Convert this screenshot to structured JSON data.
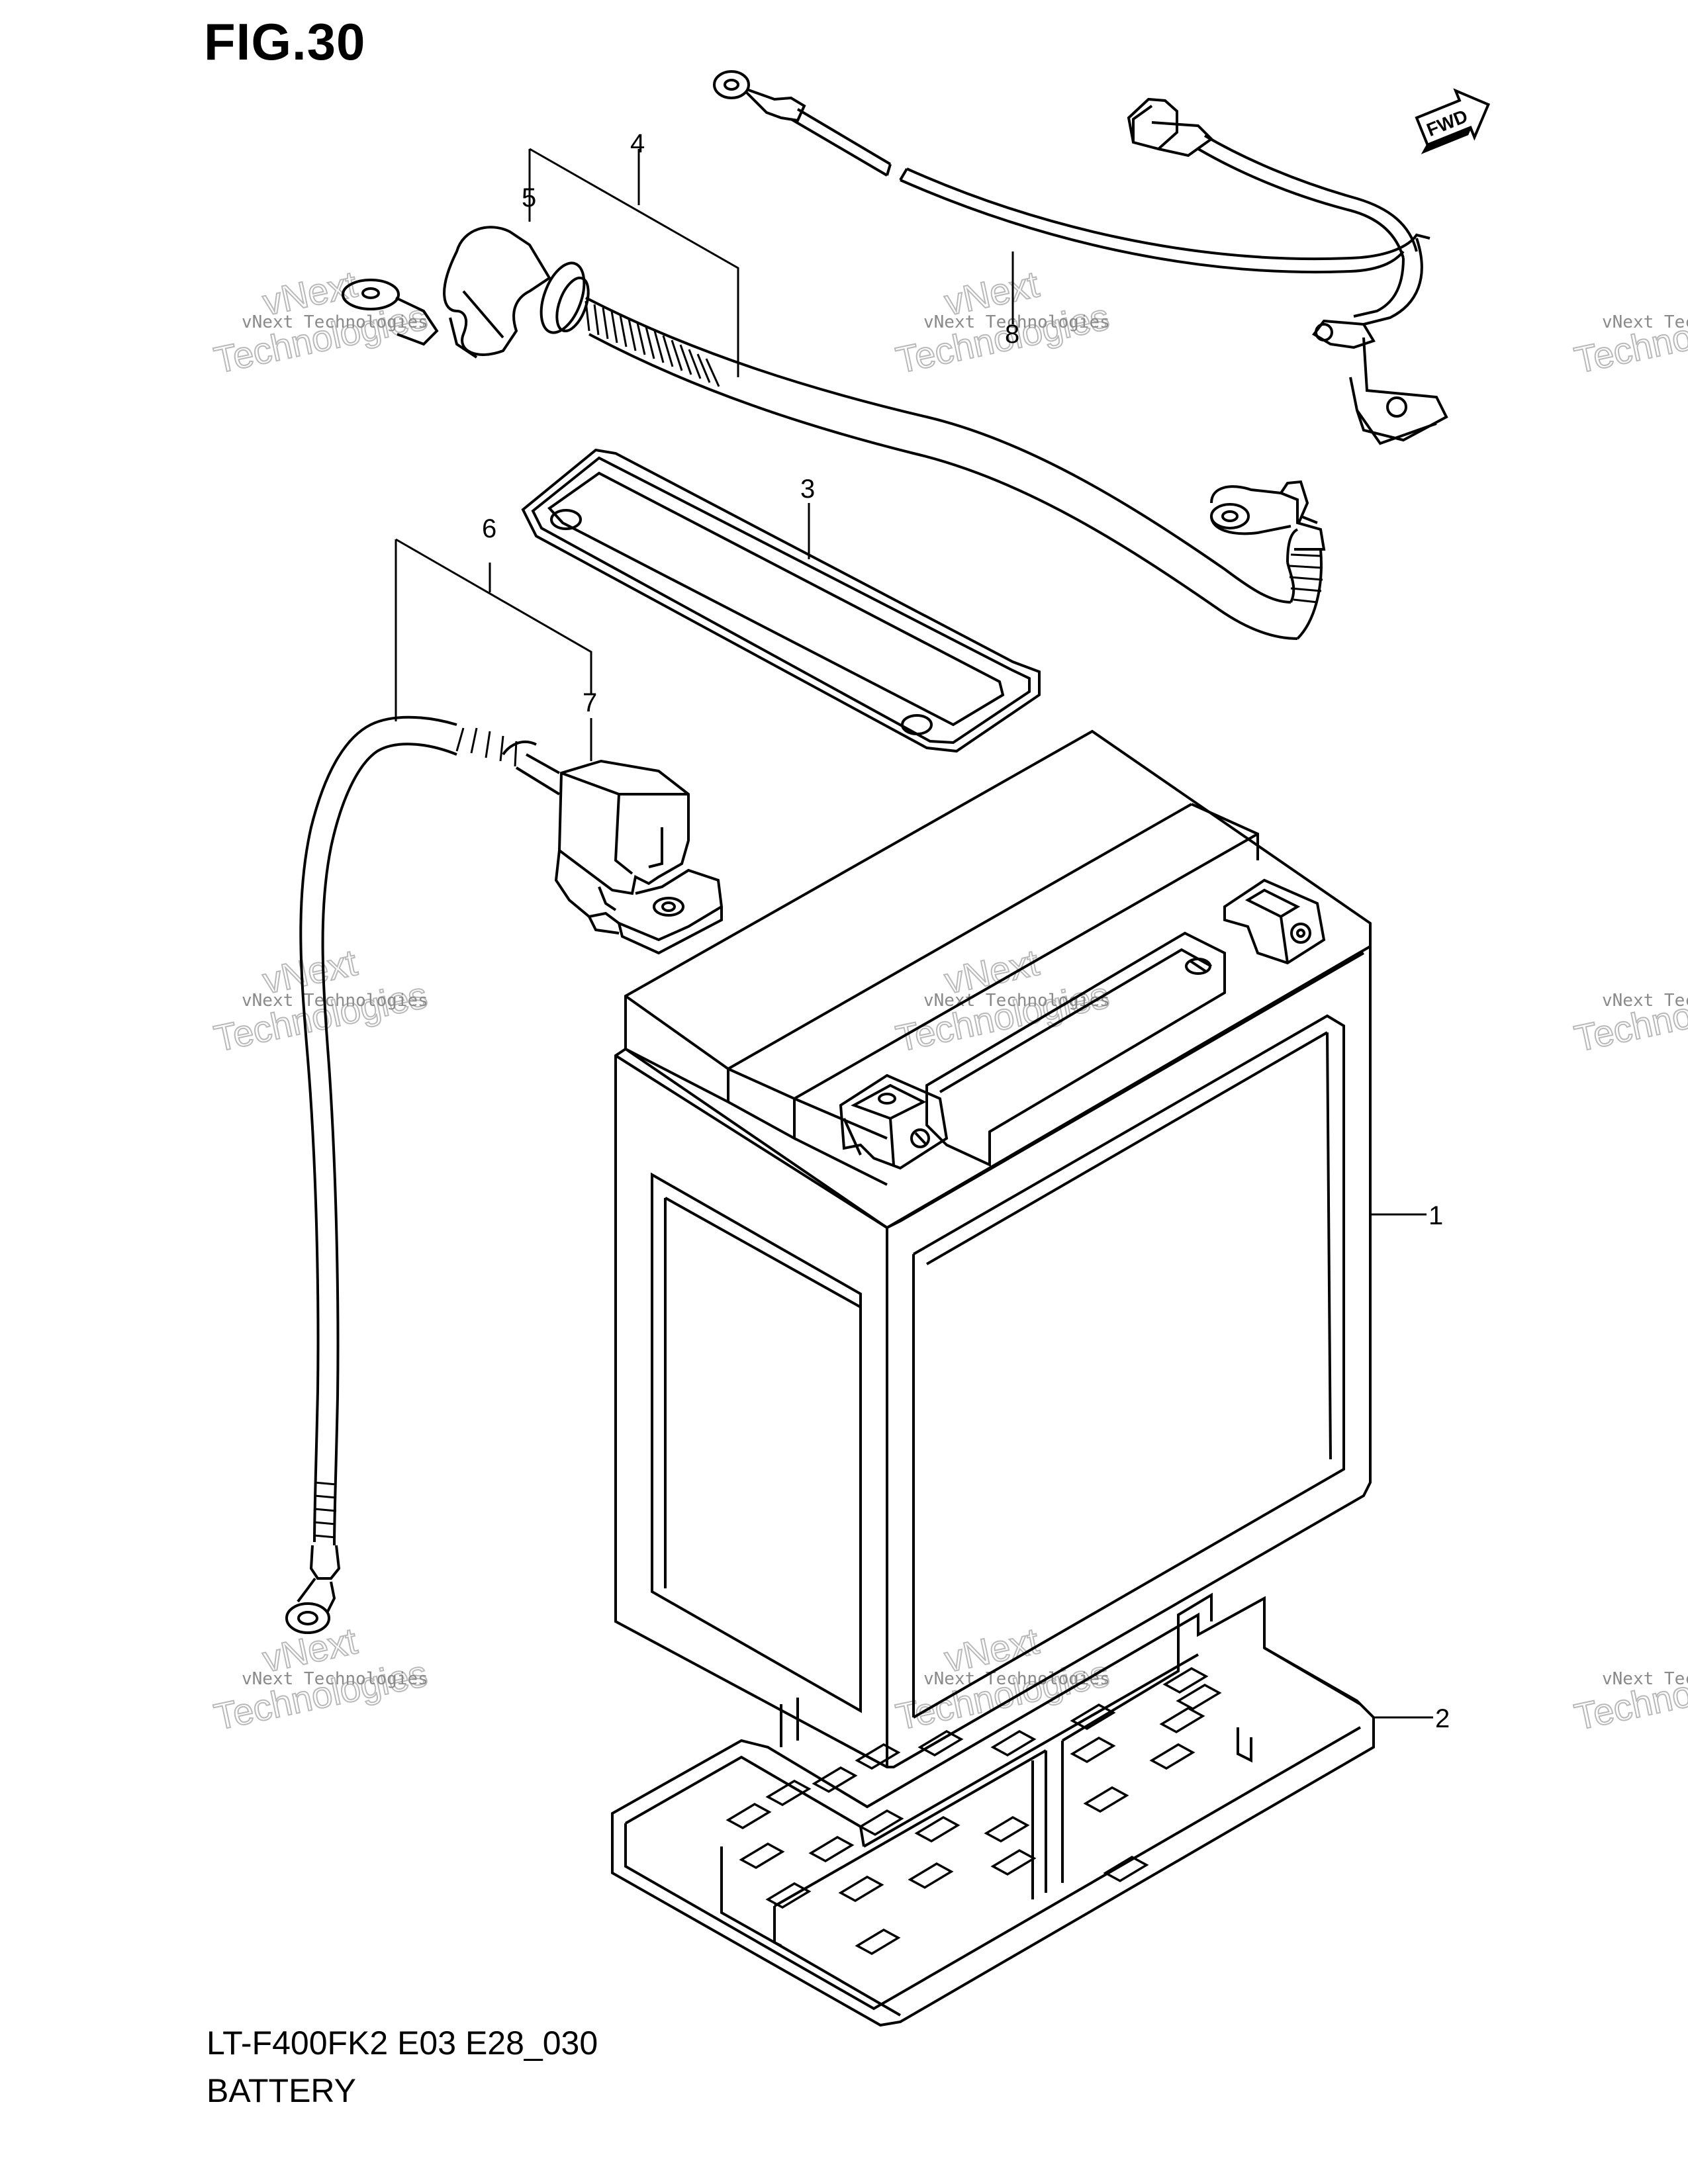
{
  "figure": {
    "title": "FIG.30",
    "model_code": "LT-F400FK2 E03 E28_030",
    "section_name": "BATTERY"
  },
  "direction_marker": "FWD",
  "callouts": [
    "1",
    "2",
    "3",
    "4",
    "5",
    "6",
    "7",
    "8"
  ],
  "watermark": {
    "line1": "vNext Technologies",
    "line2": "vNext",
    "line3": "Technologies"
  }
}
